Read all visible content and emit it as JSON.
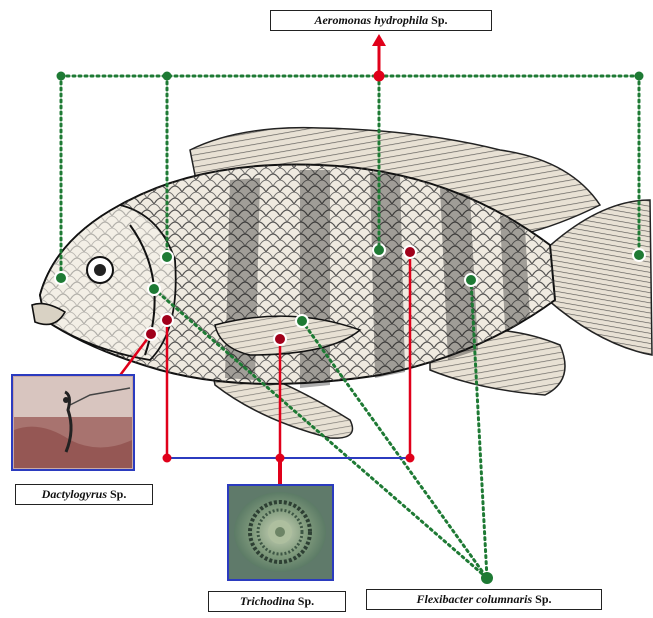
{
  "labels": {
    "aeromonas": {
      "genus": "Aeromonas hydrophila",
      "suffix": "Sp."
    },
    "dactylogyrus": {
      "genus": "Dactylogyrus",
      "suffix": "Sp."
    },
    "trichodina": {
      "genus": "Trichodina",
      "suffix": "Sp."
    },
    "flexibacter": {
      "genus": "Flexibacter columnaris",
      "suffix": "Sp."
    }
  },
  "colors": {
    "aeromonas_line": "#e0001a",
    "flexibacter_line": "#1e7a34",
    "bracket_line": "#2b3bbf",
    "photo_border": "#2b3bbf"
  },
  "icons": {
    "fish": "fish-illustration",
    "dactylogyrus_photo": "dactylogyrus-micrograph",
    "trichodina_photo": "trichodina-micrograph"
  }
}
